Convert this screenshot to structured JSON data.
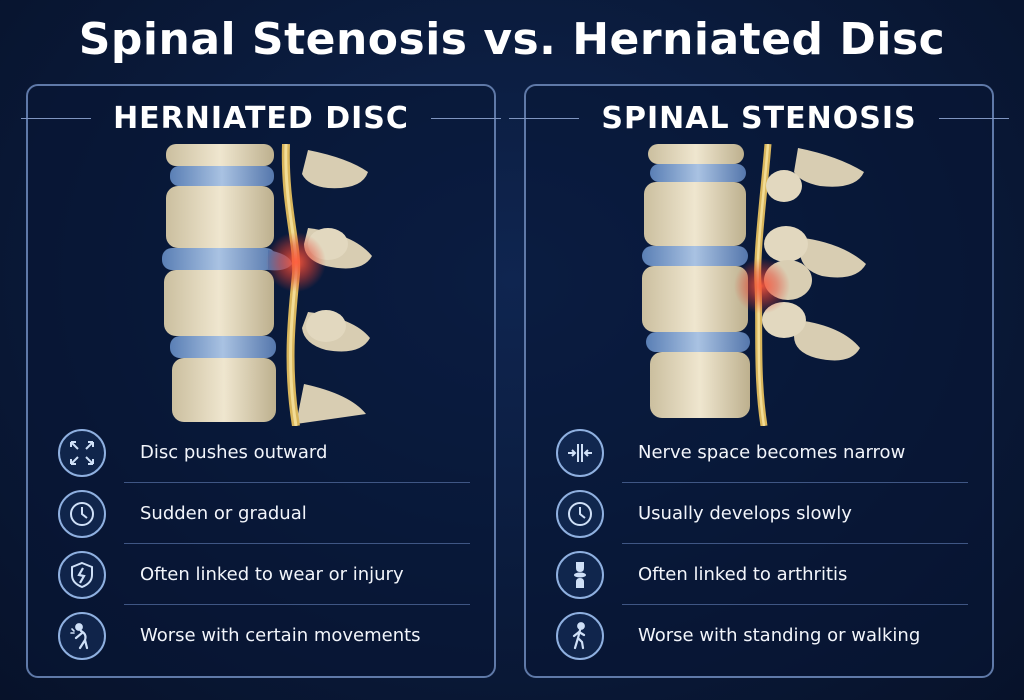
{
  "title": "Spinal Stenosis vs. Herniated Disc",
  "panels": [
    {
      "heading": "HERNIATED DISC",
      "illustration": "spine-herniated-disc",
      "items": [
        {
          "icon": "expand-arrows-icon",
          "label": "Disc pushes outward"
        },
        {
          "icon": "clock-icon",
          "label": "Sudden or gradual"
        },
        {
          "icon": "shield-crack-icon",
          "label": "Often linked to wear or injury"
        },
        {
          "icon": "person-bending-icon",
          "label": "Worse with certain movements"
        }
      ]
    },
    {
      "heading": "SPINAL STENOSIS",
      "illustration": "spine-stenosis",
      "items": [
        {
          "icon": "compress-arrows-icon",
          "label": "Nerve space becomes narrow"
        },
        {
          "icon": "clock-icon",
          "label": "Usually develops slowly"
        },
        {
          "icon": "joint-icon",
          "label": "Often linked to arthritis"
        },
        {
          "icon": "person-walking-icon",
          "label": "Worse with standing or walking"
        }
      ]
    }
  ],
  "colors": {
    "background": "#0a1a3a",
    "panel_border": "#5f79a8",
    "bone": "#e6dcc4",
    "disc": "#6f93c6",
    "nerve": "#d9b65c",
    "inflammation": "#e8402f"
  }
}
